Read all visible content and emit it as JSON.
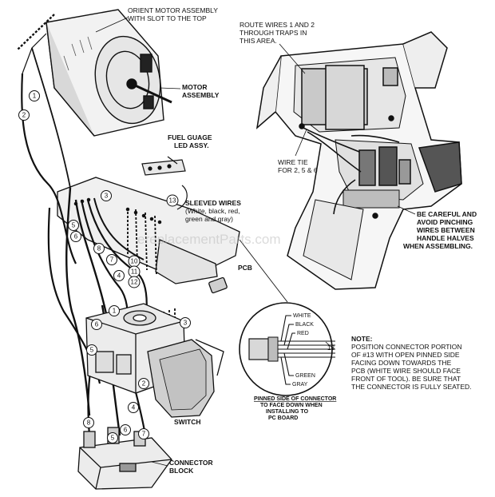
{
  "labels": {
    "orient_motor_line1": "ORIENT MOTOR ASSEMBLY",
    "orient_motor_line2": "WITH SLOT TO THE TOP",
    "motor_assembly_line1": "MOTOR",
    "motor_assembly_line2": "ASSEMBLY",
    "route_wires_line1": "ROUTE WIRES 1 AND 2",
    "route_wires_line2": "THROUGH TRAPS IN",
    "route_wires_line3": "THIS AREA.",
    "wire_tie_line1": "WIRE TIE",
    "wire_tie_line2": "FOR 2, 5 & 6",
    "fuel_gauge_line1": "FUEL GUAGE",
    "fuel_gauge_line2": "LED ASSY.",
    "sleeved_wires_line1": "SLEEVED WIRES",
    "sleeved_wires_line2": "(White, black, red,",
    "sleeved_wires_line3": "green and gray)",
    "be_careful_line1": "BE CAREFUL AND",
    "be_careful_line2": "AVOID PINCHING",
    "be_careful_line3": "WIRES BETWEEN",
    "be_careful_line4": "HANDLE HALVES",
    "be_careful_line5": "WHEN ASSEMBLING.",
    "pcb": "PCB",
    "switch": "SWITCH",
    "connector_block_line1": "CONNECTOR",
    "connector_block_line2": "BLOCK",
    "note_title": "NOTE:",
    "note_line1": "POSITION CONNECTOR PORTION",
    "note_line2": "OF #13 WITH OPEN PINNED SIDE",
    "note_line3": "FACING DOWN TOWARDS THE",
    "note_line4": "PCB (WHITE WIRE SHOULD FACE",
    "note_line5": "FRONT OF TOOL). BE SURE THAT",
    "note_line6": "THE CONNECTOR IS FULLY SEATED.",
    "pinned_line1": "PINNED SIDE OF CONNECTOR",
    "pinned_line2": "TO FACE DOWN WHEN",
    "pinned_line3": "INSTALLING TO",
    "pinned_line4": "PC BOARD",
    "wire_white": "WHITE",
    "wire_black": "BLACK",
    "wire_red": "RED",
    "wire_green": "GREEN",
    "wire_gray": "GRAY",
    "detail_13": "13",
    "watermark": "ereplacementParts.com"
  },
  "callouts": {
    "c1a": "1",
    "c2a": "2",
    "c3a": "3",
    "c5a": "5",
    "c6a": "6",
    "c8a": "8",
    "c7a": "7",
    "c4a": "4",
    "c13": "13",
    "c10": "10",
    "c11": "11",
    "c12": "12",
    "c1b": "1",
    "c6b": "6",
    "c5b": "5",
    "c3b": "3",
    "c2b": "2",
    "c4b": "4",
    "c8b": "8",
    "c6c": "6",
    "c5c": "5",
    "c7b": "7"
  },
  "colors": {
    "ink": "#111111",
    "watermark": "#bdbdbd",
    "background": "#ffffff"
  }
}
